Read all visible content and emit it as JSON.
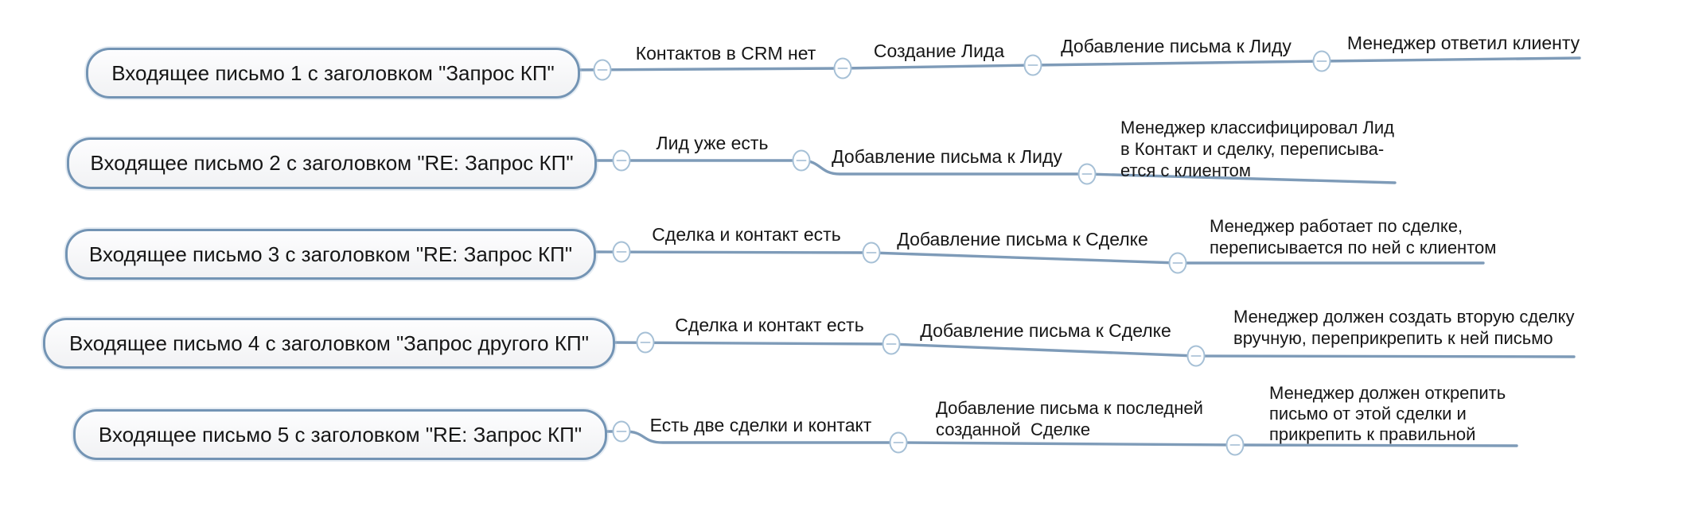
{
  "palette": {
    "background": "#ffffff",
    "branch_line": "#7e9bb8",
    "node_border": "#7394b4",
    "node_fill": "#f6f7f8",
    "toggle_border": "#a6c0d6",
    "text": "#161616"
  },
  "rows": [
    {
      "node": "Входящее письмо 1 с заголовком \"Запрос КП\"",
      "steps": [
        "Контактов в CRM нет",
        "Создание Лида",
        "Добавление письма к Лиду",
        "Менеджер ответил клиенту"
      ]
    },
    {
      "node": "Входящее письмо 2 с заголовком \"RE: Запрос КП\"",
      "steps": [
        "Лид уже есть",
        "Добавление письма к Лиду",
        "Менеджер классифицировал Лид\nв Контакт и сделку, переписыва-\nется с клиентом"
      ]
    },
    {
      "node": "Входящее письмо 3 с заголовком \"RE: Запрос КП\"",
      "steps": [
        "Сделка и контакт есть",
        "Добавление письма к Сделке",
        "Менеджер работает по сделке,\nпереписывается по ней с клиентом"
      ]
    },
    {
      "node": "Входящее письмо 4 с заголовком \"Запрос другого КП\"",
      "steps": [
        "Сделка и контакт есть",
        "Добавление письма к Сделке",
        "Менеджер должен создать вторую сделку\nвручную, переприкрепить к ней письмо"
      ]
    },
    {
      "node": "Входящее письмо 5 с заголовком \"RE: Запрос КП\"",
      "steps": [
        "Есть две сделки и контакт",
        "Добавление письма к последней\nсозданной  Сделке",
        "Менеджер должен открепить\nписьмо от этой сделки и\nприкрепить к правильной"
      ]
    }
  ]
}
